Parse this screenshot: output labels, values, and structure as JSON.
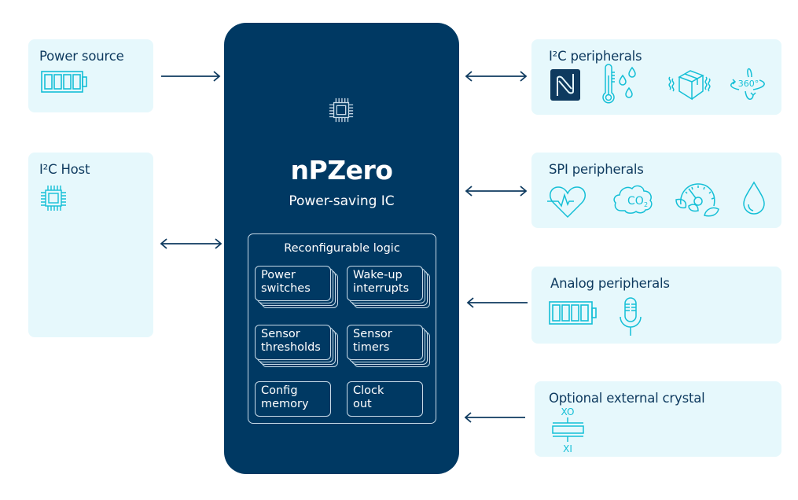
{
  "colors": {
    "navy": "#003963",
    "panel": "#e6f8fc",
    "icon_cyan": "#14bfd6",
    "text_dark": "#0e3a5f",
    "outline_light": "#c8dbe8"
  },
  "left_panels": [
    {
      "title": "Power source",
      "icons": [
        "battery-icon"
      ],
      "arrow": "right"
    },
    {
      "title": "I²C Host",
      "icons": [
        "chip-icon"
      ],
      "arrow": "both"
    }
  ],
  "chip": {
    "icon": "chip-icon",
    "name": "nPZero",
    "subtitle": "Power-saving IC",
    "logic": {
      "title": "Reconfigurable logic",
      "blocks": [
        {
          "label": "Power\nswitches",
          "stacked": true
        },
        {
          "label": "Wake-up\ninterrupts",
          "stacked": true
        },
        {
          "label": "Sensor\nthresholds",
          "stacked": true
        },
        {
          "label": "Sensor\ntimers",
          "stacked": true
        },
        {
          "label": "Config\nmemory",
          "stacked": false
        },
        {
          "label": "Clock\nout",
          "stacked": false
        }
      ]
    }
  },
  "right_panels": [
    {
      "title": "I²C peripherals",
      "icons": [
        "nfc-icon",
        "temperature-humidity-icon",
        "vibration-box-icon",
        "rotation-360-icon"
      ],
      "arrow": "both",
      "rotation_label": "360°"
    },
    {
      "title": "SPI peripherals",
      "icons": [
        "heart-rate-icon",
        "co2-cloud-icon",
        "eco-gauge-icon",
        "water-drop-icon"
      ],
      "arrow": "both",
      "co2_label": "CO",
      "co2_sub": "2"
    },
    {
      "title": "Analog peripherals",
      "icons": [
        "battery-icon",
        "microphone-icon"
      ],
      "arrow": "left"
    },
    {
      "title": "Optional external crystal",
      "icons": [
        "crystal-icon"
      ],
      "arrow": "left",
      "xo_label": "XO",
      "xi_label": "XI"
    }
  ]
}
